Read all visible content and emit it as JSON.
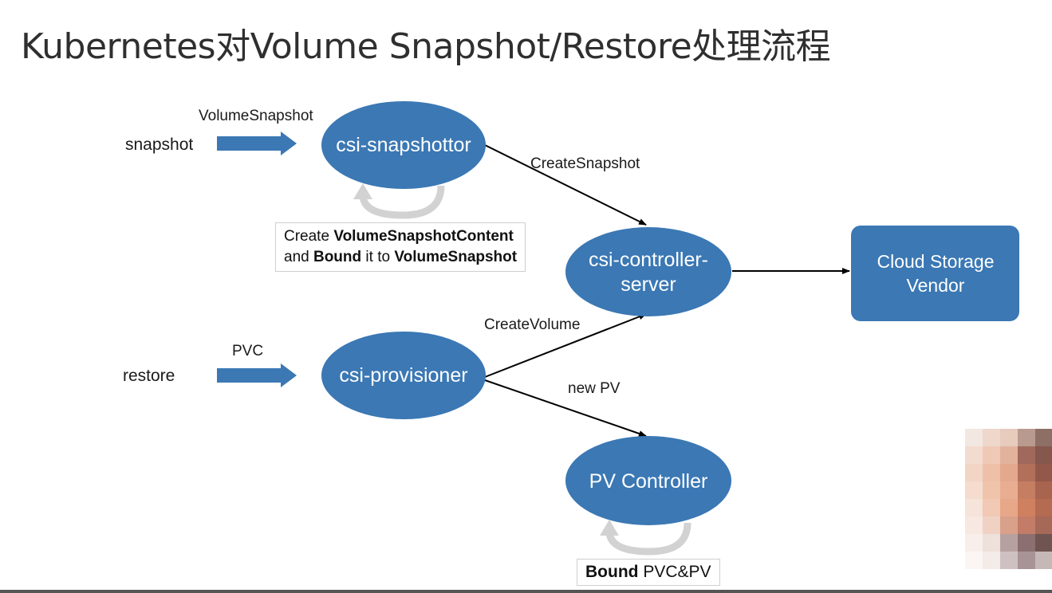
{
  "title": "Kubernetes对Volume Snapshot/Restore处理流程",
  "inputs": {
    "snapshot": "snapshot",
    "restore": "restore"
  },
  "edge_labels": {
    "volume_snapshot": "VolumeSnapshot",
    "pvc": "PVC",
    "create_snapshot": "CreateSnapshot",
    "create_volume": "CreateVolume",
    "new_pv": "new PV"
  },
  "nodes": {
    "csi_snapshottor": "csi-snapshottor",
    "csi_controller_server": "csi-controller-server",
    "csi_provisioner": "csi-provisioner",
    "pv_controller": "PV Controller",
    "cloud_storage_vendor": "Cloud Storage Vendor"
  },
  "notes": {
    "snapshot_note": {
      "line1_prefix": "Create ",
      "line1_bold": "VolumeSnapshotContent",
      "line2_prefix": "and ",
      "line2_bold1": "Bound",
      "line2_mid": " it to ",
      "line2_bold2": "VolumeSnapshot"
    },
    "bound_note": {
      "bold": "Bound",
      "rest": " PVC&PV"
    }
  },
  "colors": {
    "node_fill": "#3b78b4",
    "arrow_fill": "#3b78b4",
    "loop_arrow": "#cfcfcf",
    "edge": "#000000",
    "title": "#2f2f2f"
  }
}
